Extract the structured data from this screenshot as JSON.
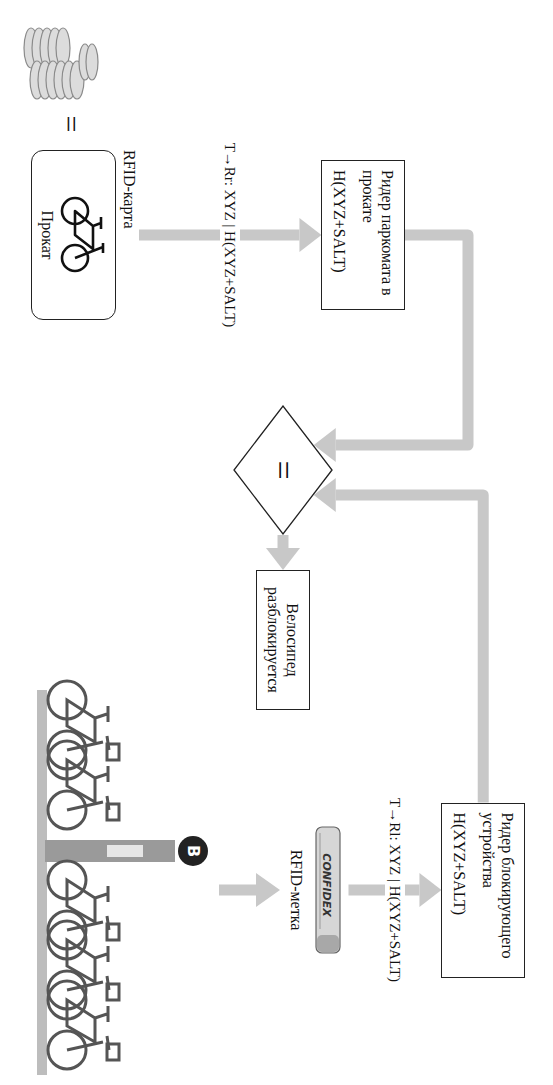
{
  "diagram": {
    "nodes": [
      {
        "text": [
          "RFID-карта",
          "Прокат"
        ]
      },
      {
        "text": [
          "Ридер паркомата в прокате",
          "H(XYZ+SALT)"
        ]
      },
      {
        "text": [
          "="
        ]
      },
      {
        "text": [
          "Велосипед разблокируется"
        ]
      },
      {
        "text": [
          "RFID-метка"
        ]
      },
      {
        "text": [
          "Ридер блокирующего устройства",
          "H(XYZ+SALT)"
        ]
      }
    ],
    "edges": [
      {
        "from": 0,
        "to": 1,
        "arrow": "to",
        "label": "T→Rr: XYZ | H(XYZ+SALT)"
      },
      {
        "from": 1,
        "to": 2,
        "arrow": "to"
      },
      {
        "from": 2,
        "to": 3,
        "arrow": "to"
      },
      {
        "from": 4,
        "to": 5,
        "arrow": "to",
        "label": "T→Rl: XYZ | H(XYZ+SALT)"
      },
      {
        "from": 5,
        "to": 2,
        "arrow": "to"
      }
    ],
    "labels": [
      "=",
      "B",
      "CONFIDEX"
    ]
  }
}
